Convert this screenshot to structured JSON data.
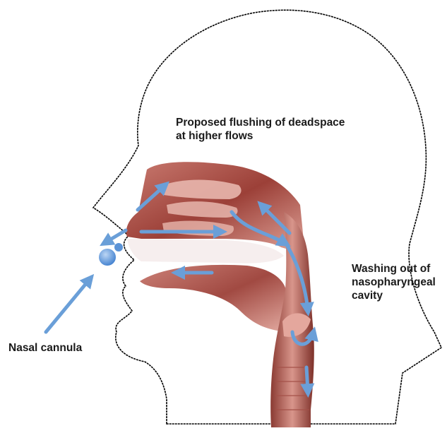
{
  "labels": {
    "flushing": [
      "Proposed flushing of deadspace",
      "at higher flows"
    ],
    "washing": [
      "Washing out of",
      "nasopharyngeal",
      "cavity"
    ],
    "cannula": "Nasal cannula"
  },
  "colors": {
    "outline": "#000000",
    "tissue_dark": "#8e3a33",
    "tissue_mid": "#b96a60",
    "tissue_light": "#e7b1a8",
    "arrow": "#6a9fd8",
    "cannula": "#5b93d6",
    "airway": "#f4ecec"
  },
  "icons": [
    "flow-arrow",
    "nasal-cannula"
  ]
}
